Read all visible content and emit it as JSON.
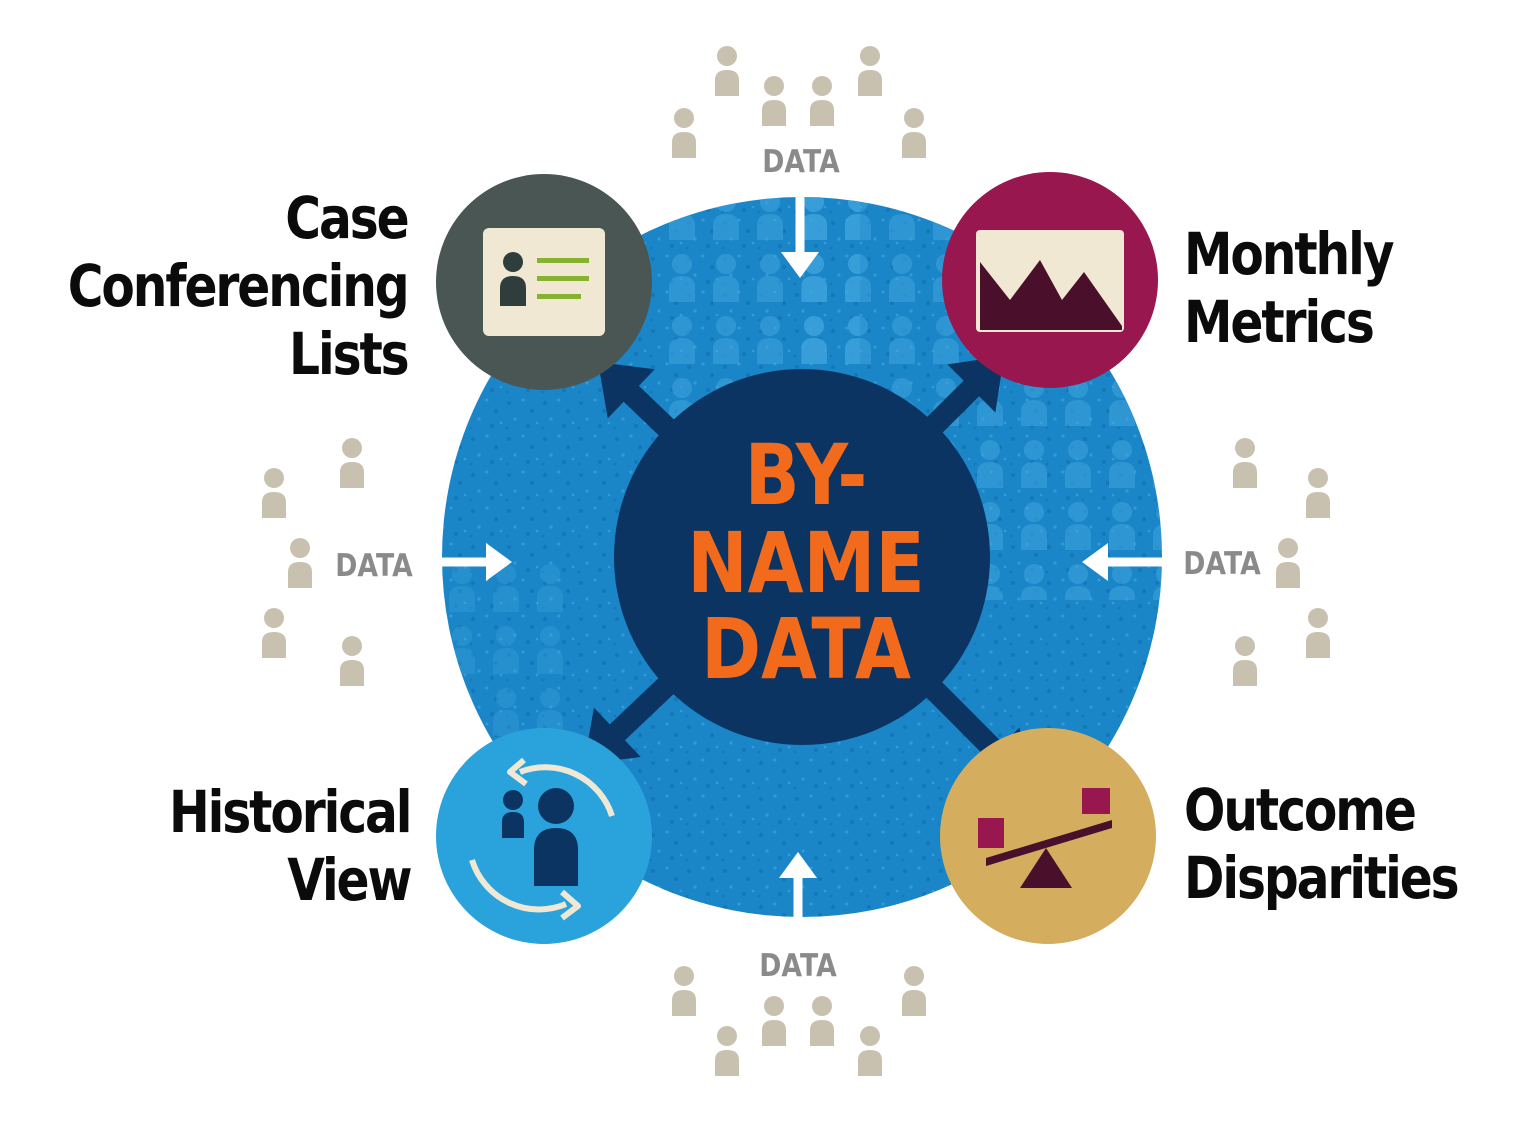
{
  "center": {
    "lines": [
      "BY-",
      "NAME",
      "DATA"
    ],
    "color": "#f26b1d"
  },
  "data_label": "DATA",
  "nodes": {
    "case_conferencing": {
      "lines": [
        "Case",
        "Conferencing",
        "Lists"
      ],
      "icon": "contact-list-icon",
      "color": "#4a5654"
    },
    "monthly_metrics": {
      "lines": [
        "Monthly",
        "Metrics"
      ],
      "icon": "mountain-image-icon",
      "color": "#98174f"
    },
    "historical_view": {
      "lines": [
        "Historical",
        "View"
      ],
      "icon": "people-cycle-icon",
      "color": "#2aa3dc"
    },
    "outcome_disparities": {
      "lines": [
        "Outcome",
        "Disparities"
      ],
      "icon": "seesaw-balance-icon",
      "color": "#d4ad5e"
    }
  },
  "colors": {
    "big_circle": "#1a86c8",
    "center_circle": "#0b3462",
    "arrow": "#0b3462",
    "person": "#c9c1b0",
    "data_text": "#8a8a8a"
  }
}
